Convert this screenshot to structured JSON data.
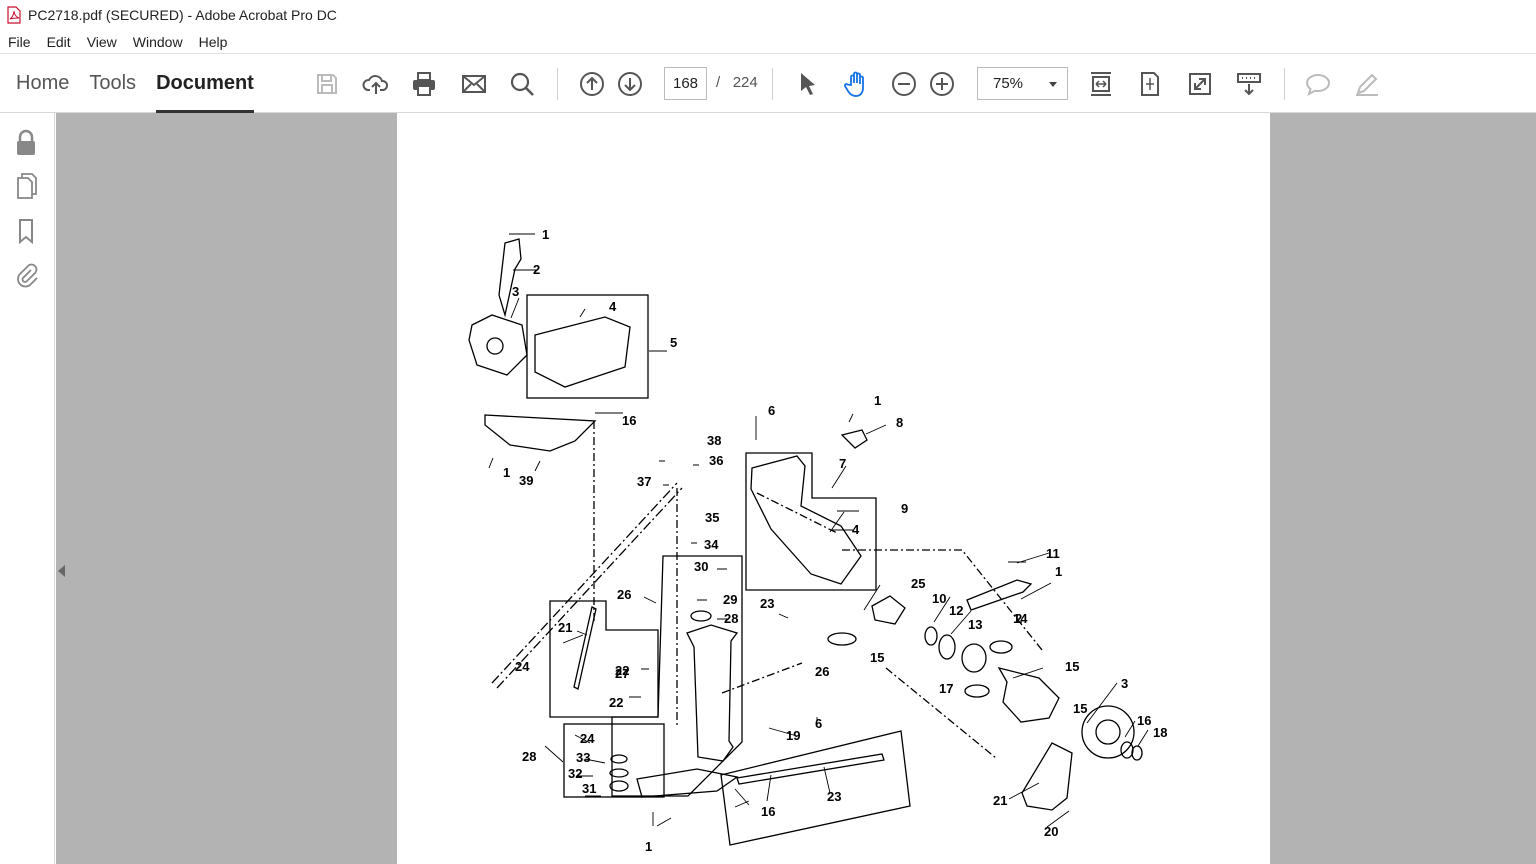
{
  "window": {
    "title": "PC2718.pdf (SECURED) - Adobe Acrobat Pro DC"
  },
  "menu": [
    "File",
    "Edit",
    "View",
    "Window",
    "Help"
  ],
  "nav_tabs": [
    {
      "label": "Home",
      "active": false
    },
    {
      "label": "Tools",
      "active": false
    },
    {
      "label": "Document",
      "active": true
    }
  ],
  "toolbar": {
    "current_page": "168",
    "page_sep": "/",
    "total_pages": "224",
    "zoom": "75%",
    "icons": [
      "save-icon",
      "cloud-upload-icon",
      "print-icon",
      "mail-icon",
      "search-icon",
      "page-up-icon",
      "page-down-icon",
      "select-arrow-icon",
      "hand-icon",
      "zoom-out-icon",
      "zoom-in-icon",
      "fit-width-icon",
      "fit-page-icon",
      "full-screen-icon",
      "read-mode-icon",
      "comment-icon",
      "pen-icon"
    ]
  },
  "left_pane": {
    "icons": [
      "lock-icon",
      "pages-icon",
      "bookmark-icon",
      "attachment-icon"
    ]
  },
  "colors": {
    "viewer_bg": "#b3b3b3",
    "page_bg": "#ffffff",
    "hand_active": "#1473e6"
  },
  "diagram_labels": [
    "1",
    "2",
    "3",
    "4",
    "5",
    "16",
    "1",
    "39",
    "6",
    "1",
    "8",
    "38",
    "36",
    "37",
    "7",
    "35",
    "9",
    "4",
    "34",
    "30",
    "29",
    "26",
    "28",
    "21",
    "24",
    "22",
    "23",
    "26",
    "25",
    "10",
    "12",
    "13",
    "14",
    "15",
    "11",
    "1",
    "2",
    "15",
    "3",
    "17",
    "15",
    "16",
    "18",
    "19",
    "6",
    "24",
    "33",
    "32",
    "31",
    "28",
    "27",
    "22",
    "23",
    "21",
    "20",
    "1",
    "16"
  ]
}
